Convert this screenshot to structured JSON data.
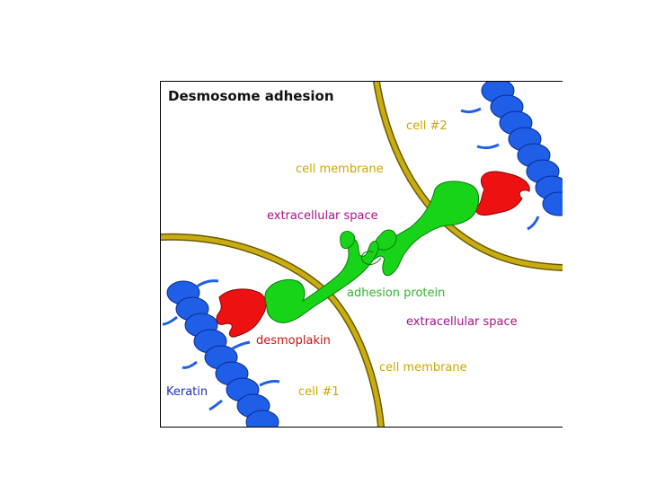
{
  "title": "Desmosome adhesion",
  "labels": {
    "cell2": "cell #2",
    "cell_membrane_top": "cell membrane",
    "extracellular_top": "extracellular space",
    "adhesion_protein": "adhesion protein",
    "extracellular_bottom": "extracellular space",
    "desmoplakin": "desmoplakin",
    "cell_membrane_bottom": "cell membrane",
    "keratin": "Keratin",
    "cell1": "cell #1"
  },
  "colors": {
    "membrane": "#c9ad10",
    "membrane_edge": "#6b5a00",
    "adhesion": "#18d418",
    "desmoplakin": "#ee1111",
    "keratin": "#1f5fe8",
    "label_yellow": "#c9a800",
    "label_magenta": "#aa0f8a",
    "label_green": "#2fb52f",
    "label_red": "#cc1111",
    "label_blue": "#1a2fc8"
  }
}
